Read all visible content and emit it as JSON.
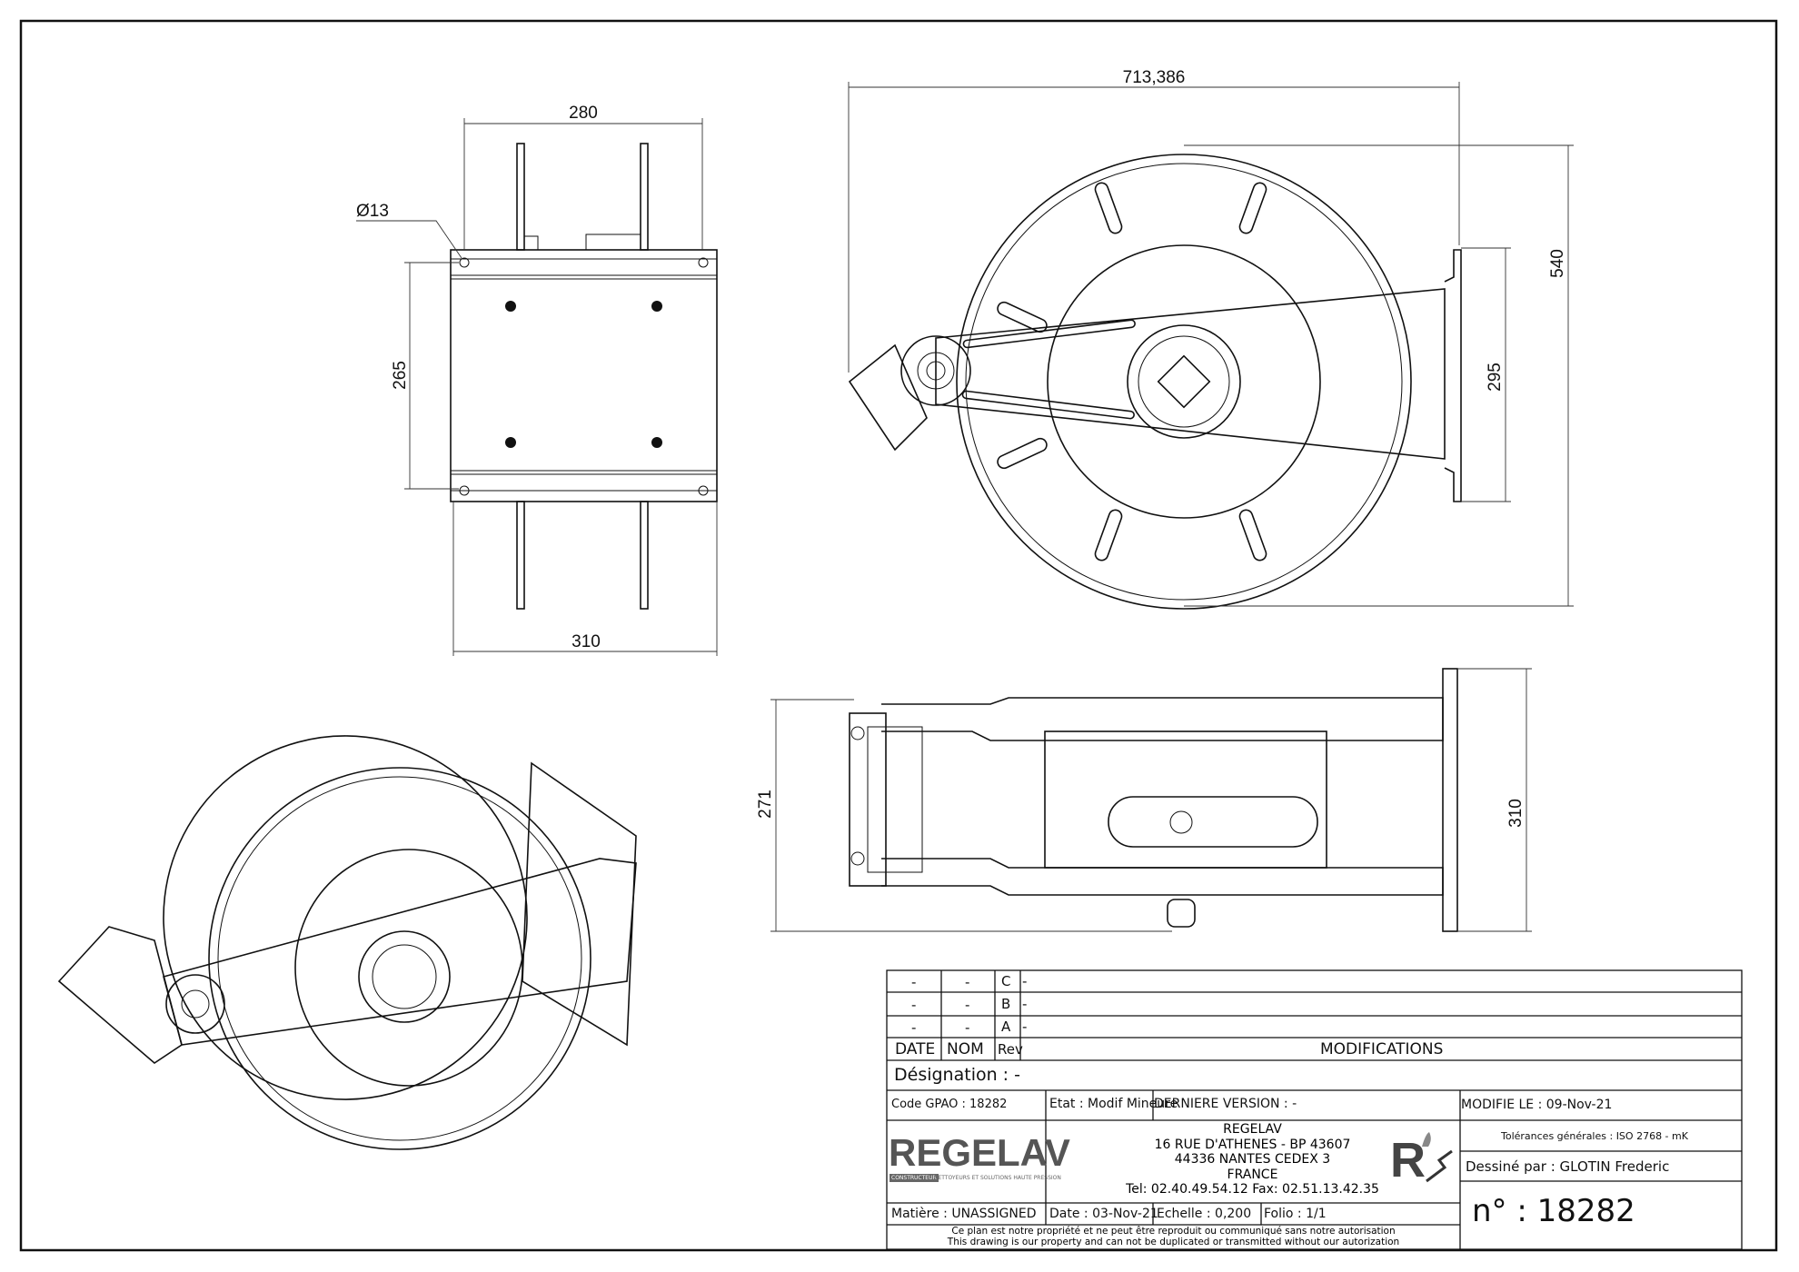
{
  "dimensions": {
    "top_view": {
      "width_top": "280",
      "width_bottom": "310",
      "height": "265",
      "hole": "Ø13"
    },
    "front_view": {
      "width": "713,386",
      "height": "540",
      "bracket": "295"
    },
    "side_view": {
      "height": "271",
      "plate": "310"
    }
  },
  "title_block": {
    "revisions": [
      {
        "date": "-",
        "nom": "-",
        "rev": "C",
        "mod": "-"
      },
      {
        "date": "-",
        "nom": "-",
        "rev": "B",
        "mod": "-"
      },
      {
        "date": "-",
        "nom": "-",
        "rev": "A",
        "mod": "-"
      }
    ],
    "headers": {
      "date": "DATE",
      "nom": "NOM",
      "rev": "Rev",
      "modifications": "MODIFICATIONS"
    },
    "designation": "Désignation : -",
    "code_gpao": "Code GPAO : 18282",
    "etat": "Etat : Modif Mineure",
    "derniere_version": "DERNIERE VERSION : -",
    "modifie_le": "MODIFIE LE : 09-Nov-21",
    "logo_name": "REGELAV",
    "logo_tag1": "CONSTRUCTEUR",
    "logo_tag2": "NETTOYEURS ET SOLUTIONS HAUTE PRESSION",
    "address": [
      "REGELAV",
      "16 RUE D'ATHENES - BP 43607",
      "44336 NANTES CEDEX 3",
      "FRANCE"
    ],
    "tel": "Tel:   02.40.49.54.12   Fax:  02.51.13.42.35",
    "tolerances": "Tolérances générales : ISO 2768 - mK",
    "dessine_par": "Dessiné par : GLOTIN Frederic",
    "matiere": "Matière : UNASSIGNED",
    "date": "Date : 03-Nov-21",
    "echelle": "Echelle : 0,200",
    "folio": "Folio : 1/1",
    "numero": "n° : 18282",
    "notice_fr": "Ce plan est notre propriété et ne peut être reproduit ou communiqué sans notre autorisation",
    "notice_en": "This drawing is our property and can not be duplicated or transmitted without our autorization"
  }
}
